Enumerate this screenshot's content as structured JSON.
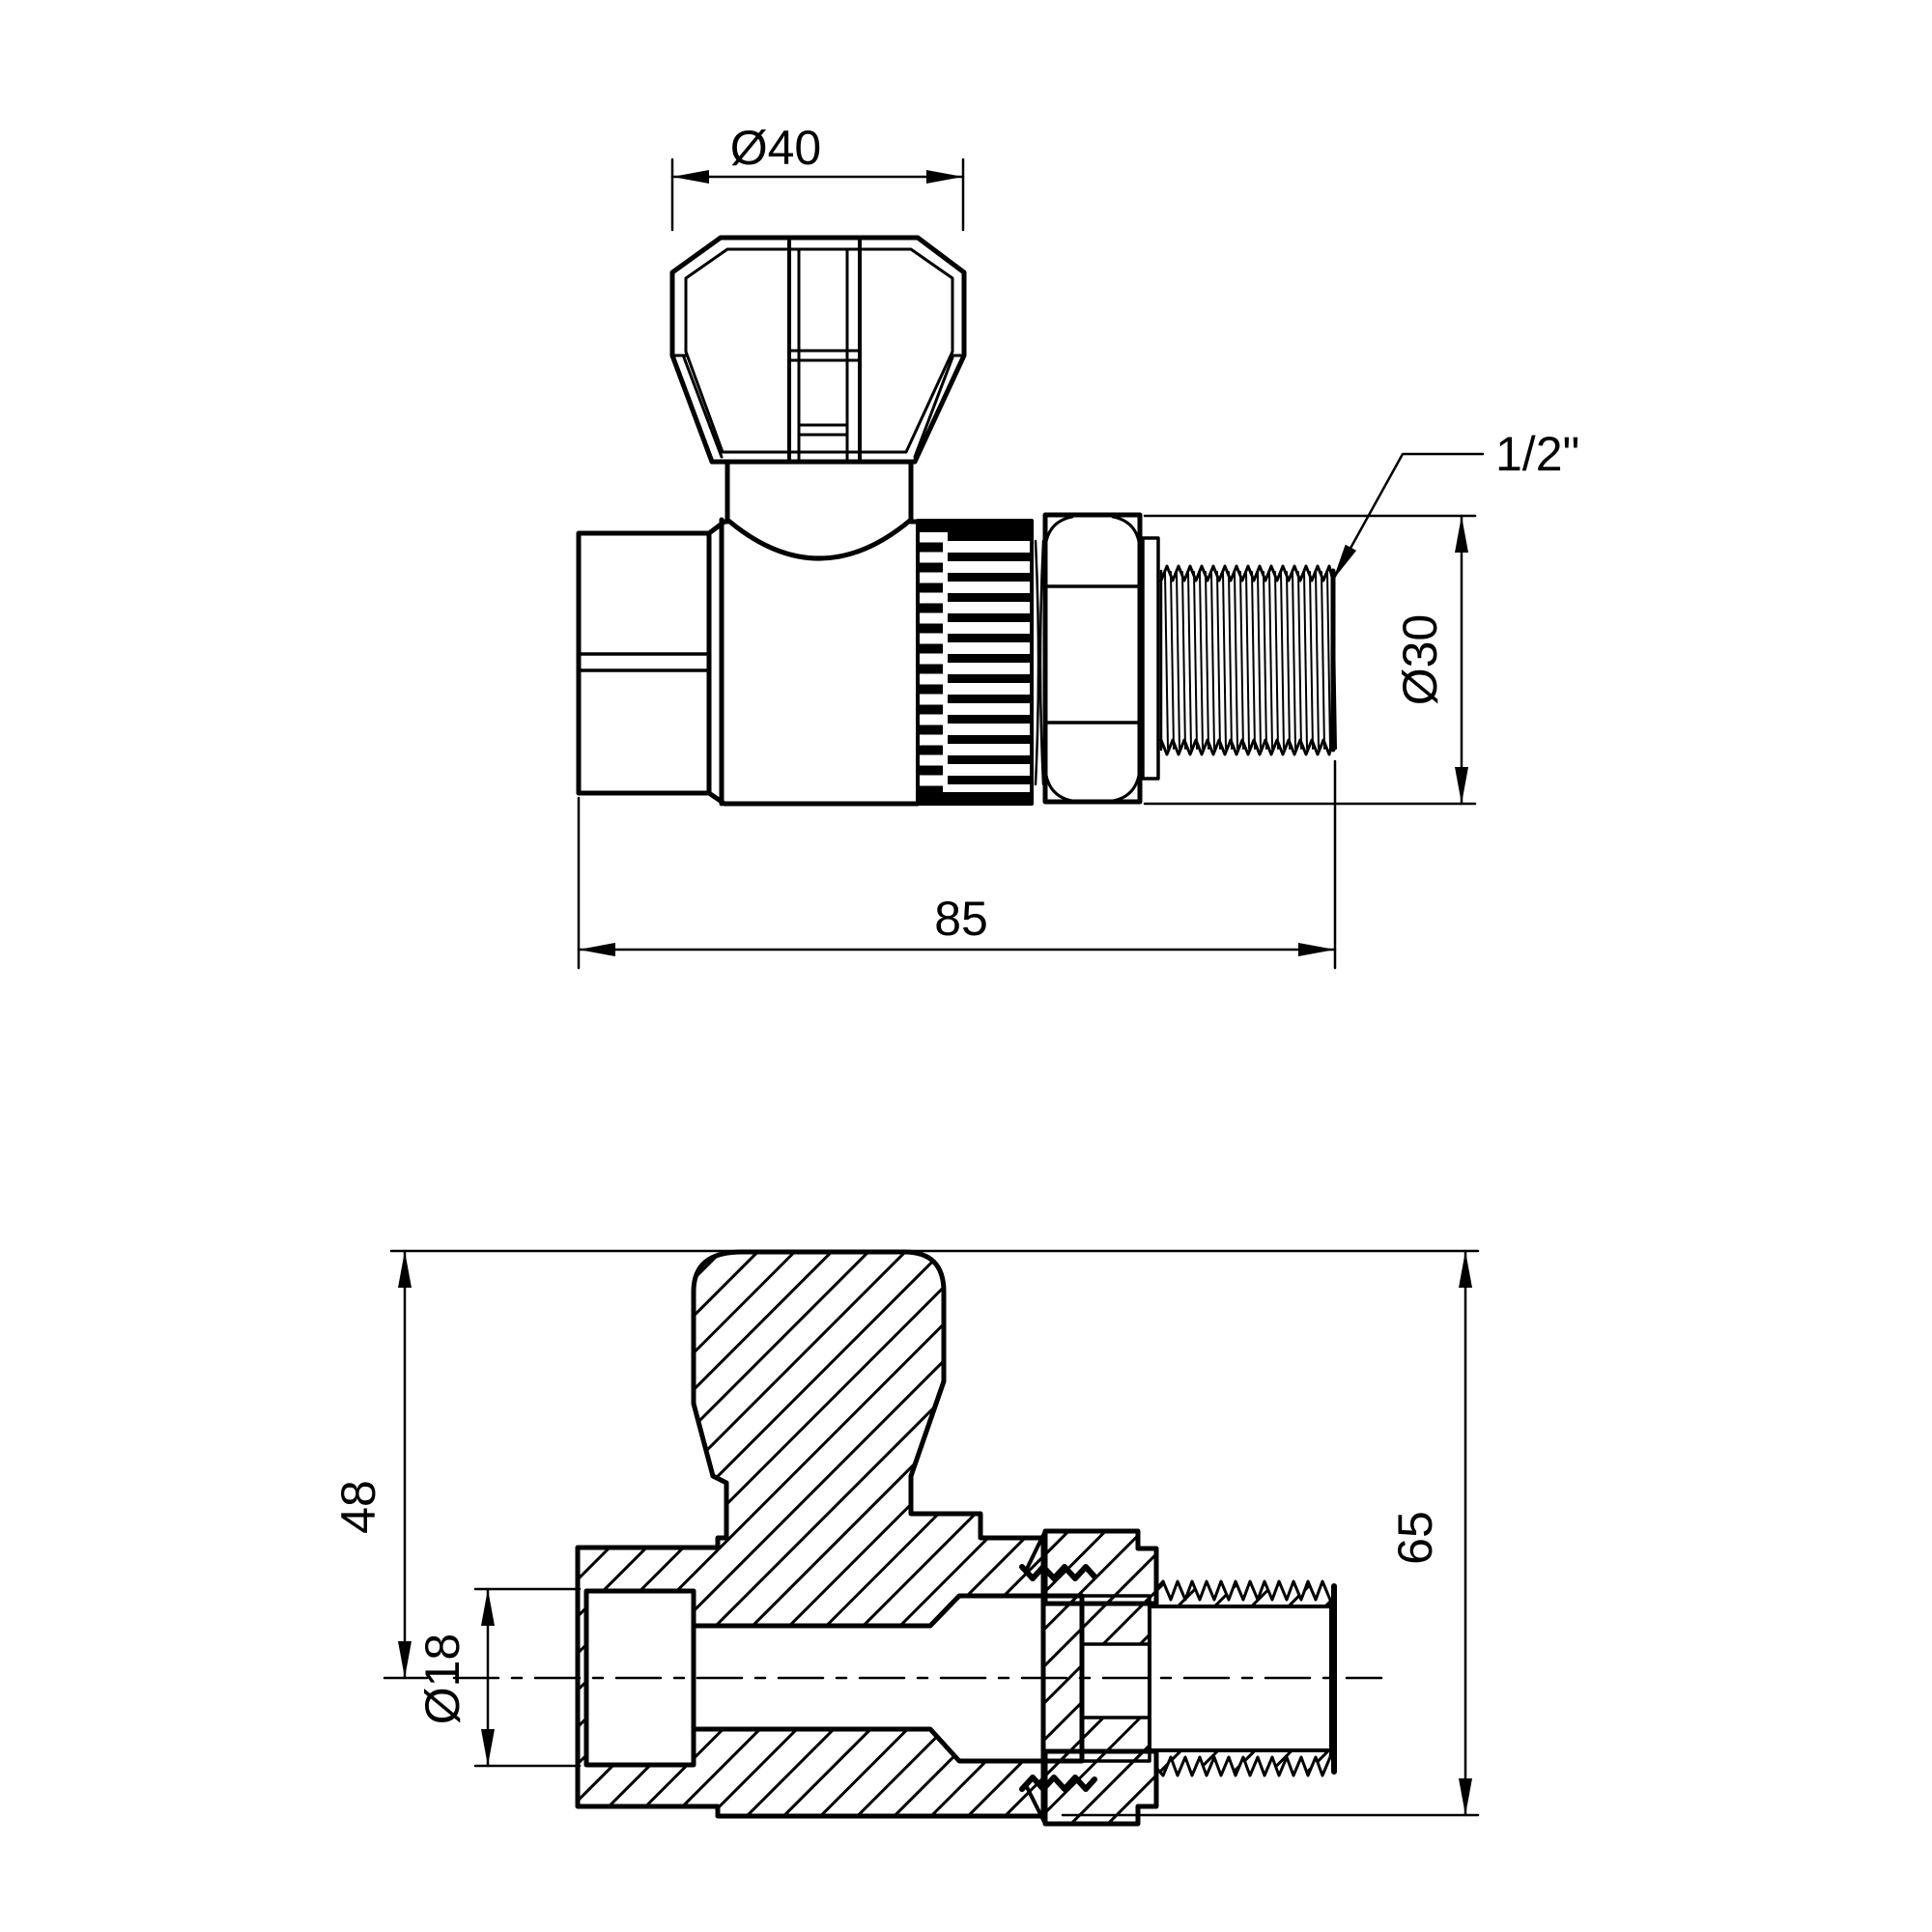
{
  "drawing": {
    "background_color": "#ffffff",
    "line_color": "#000000",
    "views": {
      "side": {
        "label": "side-view-of-radiator-valve",
        "dimensions": {
          "handwheel_diameter": "Ø40",
          "connection_size": "1/2\"",
          "thread_outer_diameter": "Ø30",
          "overall_length": "85"
        }
      },
      "section": {
        "label": "cross-section-view",
        "dimensions": {
          "axis_to_top_height": "48",
          "bore_diameter": "Ø18",
          "overall_height": "65"
        }
      }
    }
  }
}
